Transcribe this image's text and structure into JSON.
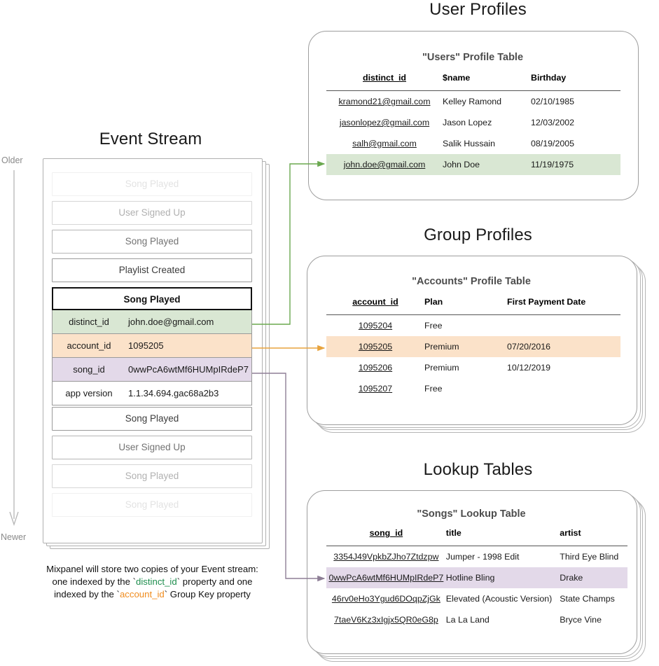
{
  "sections": {
    "user_profiles_title": "User Profiles",
    "group_profiles_title": "Group Profiles",
    "lookup_tables_title": "Lookup Tables",
    "event_stream_title": "Event Stream"
  },
  "timeline": {
    "older_label": "Older",
    "newer_label": "Newer"
  },
  "event_stream": {
    "events_above": [
      {
        "label": "Song Played",
        "fade": "fade-1"
      },
      {
        "label": "User Signed Up",
        "fade": "fade-2"
      },
      {
        "label": "Song Played",
        "fade": "fade-3"
      },
      {
        "label": "Playlist Created",
        "fade": "fade-4"
      }
    ],
    "selected_event": {
      "name": "Song Played",
      "properties": [
        {
          "key": "distinct_id",
          "value": "john.doe@gmail.com",
          "highlight": "green"
        },
        {
          "key": "account_id",
          "value": "1095205",
          "highlight": "orange"
        },
        {
          "key": "song_id",
          "value": "0wwPcA6wtMf6HUMpIRdeP7",
          "highlight": "purple"
        },
        {
          "key": "app version",
          "value": "1.1.34.694.gac68a2b3",
          "highlight": "none"
        }
      ]
    },
    "events_below": [
      {
        "label": "Song Played",
        "fade": "fade-4"
      },
      {
        "label": "User Signed Up",
        "fade": "fade-3"
      },
      {
        "label": "Song Played",
        "fade": "fade-2"
      },
      {
        "label": "Song Played",
        "fade": "fade-1"
      }
    ],
    "caption": {
      "line1": "Mixpanel will store two copies of your Event stream:",
      "line2_a": "one indexed by the `",
      "line2_token": "distinct_id",
      "line2_b": "` property and one",
      "line3_a": "indexed by the `",
      "line3_token": "account_id",
      "line3_b": "` Group Key property"
    }
  },
  "users_table": {
    "title": "\"Users\" Profile Table",
    "columns": [
      "distinct_id",
      "$name",
      "Birthday"
    ],
    "rows": [
      {
        "cells": [
          "kramond21@gmail.com",
          "Kelley Ramond",
          "02/10/1985"
        ],
        "highlight": "none"
      },
      {
        "cells": [
          "jasonlopez@gmail.com",
          "Jason Lopez",
          "12/03/2002"
        ],
        "highlight": "none"
      },
      {
        "cells": [
          "salh@gmail.com",
          "Salik Hussain",
          "08/19/2005"
        ],
        "highlight": "none"
      },
      {
        "cells": [
          "john.doe@gmail.com",
          "John Doe",
          "11/19/1975"
        ],
        "highlight": "green"
      }
    ]
  },
  "accounts_table": {
    "title": "\"Accounts\" Profile Table",
    "columns": [
      "account_id",
      "Plan",
      "First Payment Date"
    ],
    "rows": [
      {
        "cells": [
          "1095204",
          "Free",
          ""
        ],
        "highlight": "none"
      },
      {
        "cells": [
          "1095205",
          "Premium",
          "07/20/2016"
        ],
        "highlight": "orange"
      },
      {
        "cells": [
          "1095206",
          "Premium",
          "10/12/2019"
        ],
        "highlight": "none"
      },
      {
        "cells": [
          "1095207",
          "Free",
          ""
        ],
        "highlight": "none"
      }
    ]
  },
  "songs_table": {
    "title": "\"Songs\" Lookup Table",
    "columns": [
      "song_id",
      "title",
      "artist"
    ],
    "rows": [
      {
        "cells": [
          "3354J49VpkbZJho7Ztdzpw",
          "Jumper - 1998 Edit",
          "Third Eye Blind"
        ],
        "highlight": "none"
      },
      {
        "cells": [
          "0wwPcA6wtMf6HUMpIRdeP7",
          "Hotline Bling",
          "Drake"
        ],
        "highlight": "purple"
      },
      {
        "cells": [
          "46rv0eHo3Ygud6DOqpZjGk",
          "Elevated (Acoustic Version)",
          "State Champs"
        ],
        "highlight": "none"
      },
      {
        "cells": [
          "7taeV6Kz3xIgjx5QR0eG8p",
          "La La Land",
          "Bryce Vine"
        ],
        "highlight": "none"
      }
    ]
  },
  "colors": {
    "green_highlight": "#d9e7d3",
    "orange_highlight": "#fbe2c9",
    "purple_highlight": "#e3d9e9",
    "green_connector": "#6aa84f",
    "orange_connector": "#e8a33d",
    "purple_connector": "#8e7f96",
    "timeline_gray": "#b0b0b0"
  }
}
